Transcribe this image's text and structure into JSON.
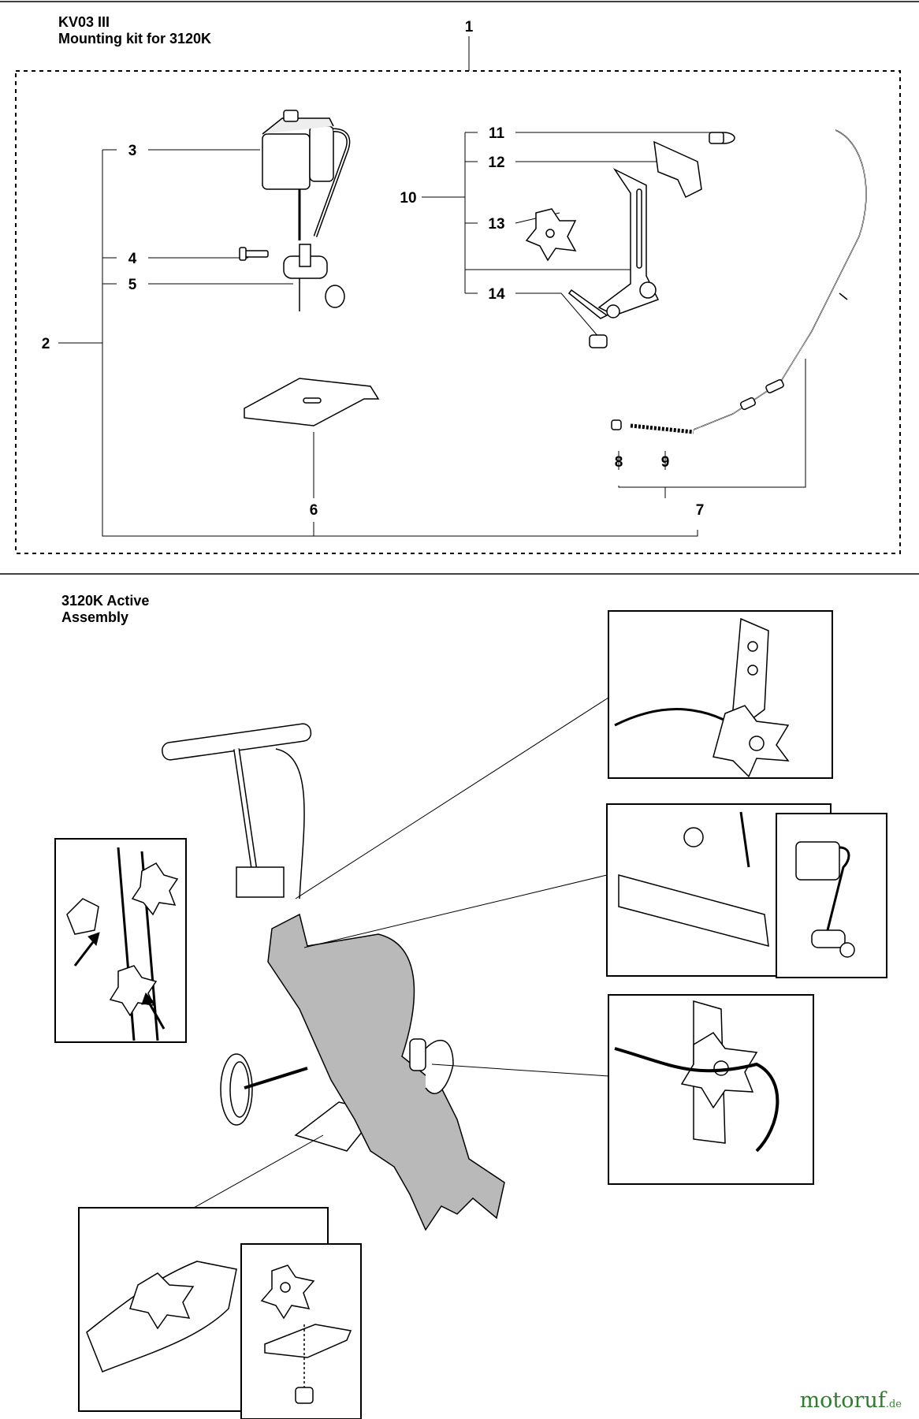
{
  "top_section": {
    "title_line1": "KV03 III",
    "title_line2": "Mounting kit for 3120K"
  },
  "bottom_section": {
    "title_line1": "3120K Active",
    "title_line2": "Assembly"
  },
  "callouts": {
    "c1": "1",
    "c2": "2",
    "c3": "3",
    "c4": "4",
    "c5": "5",
    "c6": "6",
    "c7": "7",
    "c8": "8",
    "c9": "9",
    "c10": "10",
    "c11": "11",
    "c12": "12",
    "c13": "13",
    "c14": "14"
  },
  "watermark": {
    "brand_main": "motoruf",
    "brand_tld": ".de"
  },
  "colors": {
    "machine_body": "#b9b9b9",
    "brand_green": "#2e7d2e",
    "brand_orange": "#e07b1a"
  }
}
